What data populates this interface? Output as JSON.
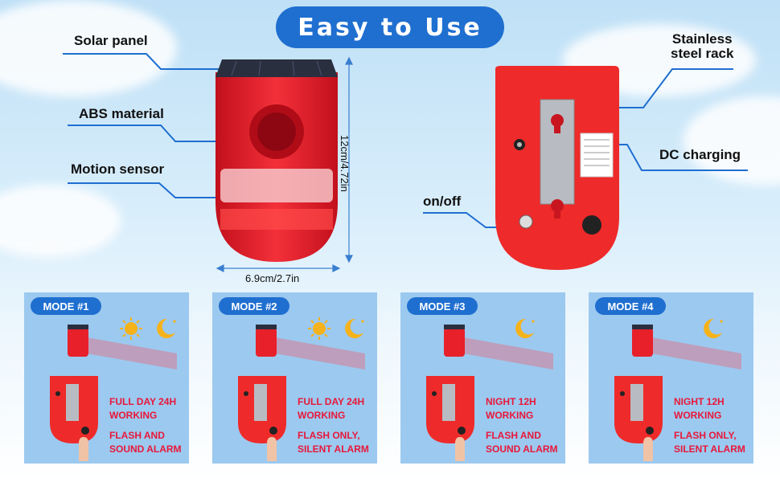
{
  "title": "Easy to Use",
  "callouts": {
    "solar_panel": "Solar panel",
    "abs_material": "ABS material",
    "motion_sensor": "Motion sensor",
    "stainless_steel_rack_1": "Stainless",
    "stainless_steel_rack_2": "steel rack",
    "dc_charging": "DC charging",
    "on_off": "on/off"
  },
  "dimensions": {
    "height": "12cm/4.72in",
    "width": "6.9cm/2.7in"
  },
  "modes": [
    {
      "label": "MODE #1",
      "line1": "FULL DAY 24H\nWORKING",
      "line2": "FLASH AND\nSOUND ALARM",
      "sun": true,
      "moon": true
    },
    {
      "label": "MODE #2",
      "line1": "FULL DAY 24H\nWORKING",
      "line2": "FLASH ONLY,\nSILENT ALARM",
      "sun": true,
      "moon": true
    },
    {
      "label": "MODE #3",
      "line1": "NIGHT 12H\nWORKING",
      "line2": "FLASH AND\nSOUND ALARM",
      "sun": false,
      "moon": true
    },
    {
      "label": "MODE #4",
      "line1": "NIGHT 12H\nWORKING",
      "line2": "FLASH ONLY,\nSILENT ALARM",
      "sun": false,
      "moon": true
    }
  ],
  "colors": {
    "accent": "#1f6fd0",
    "device_red": "#e8202a",
    "mode_text": "#e8173a",
    "panel": "#9cc9ef"
  }
}
